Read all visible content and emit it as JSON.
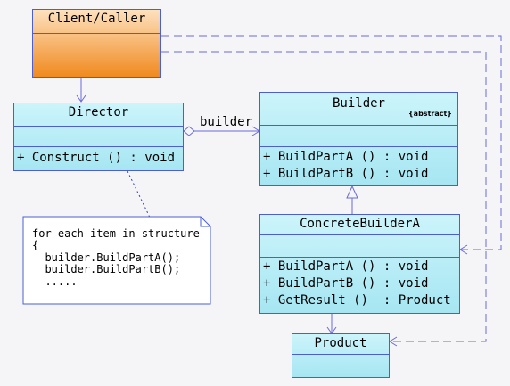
{
  "client": {
    "title": "Client/Caller"
  },
  "director": {
    "title": "Director",
    "operations": [
      "+ Construct () : void"
    ]
  },
  "builder": {
    "title": "Builder",
    "stereotype": "{abstract}",
    "operations": [
      "+ BuildPartA () : void",
      "+ BuildPartB () : void"
    ]
  },
  "concrete_builder": {
    "title": "ConcreteBuilderA",
    "operations": [
      "+ BuildPartA () : void",
      "+ BuildPartB () : void",
      "+ GetResult ()  : Product"
    ]
  },
  "product": {
    "title": "Product"
  },
  "association": {
    "role_label": "builder"
  },
  "note": {
    "lines": [
      "for each item in structure",
      "{",
      "  builder.BuildPartA();",
      "  builder.BuildPartB();",
      "  ....."
    ]
  }
}
